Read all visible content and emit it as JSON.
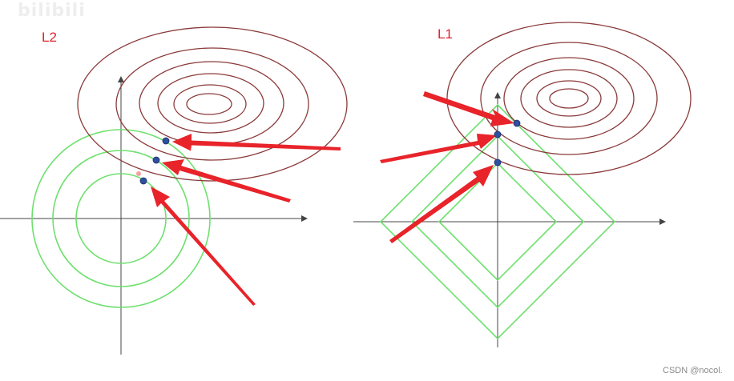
{
  "watermarks": {
    "top_left": "bilibili",
    "bottom_right": "CSDN @nocol."
  },
  "panels": {
    "left": {
      "label": "L2"
    },
    "right": {
      "label": "L1"
    }
  },
  "colors": {
    "contour": "#8b3a3a",
    "constraint": "#66e066",
    "arrow": "#e8232a",
    "point": "#2f4fa0",
    "axis": "#444444"
  }
}
